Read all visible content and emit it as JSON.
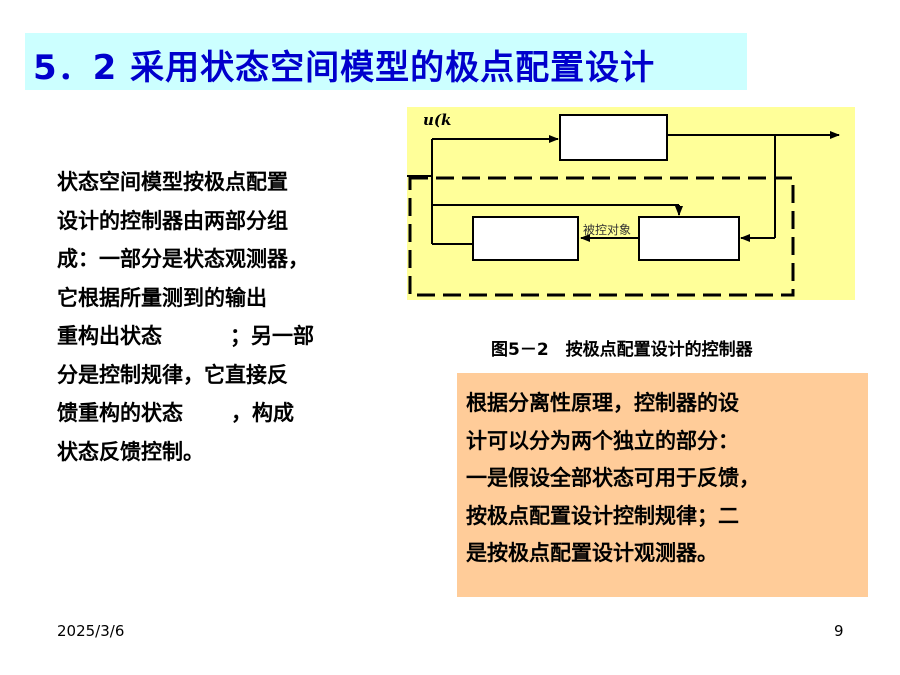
{
  "slide": {
    "title": "5．2 采用状态空间模型的极点配置设计",
    "left_paragraph": [
      "状态空间模型按极点配置",
      "设计的控制器由两部分组",
      "成：一部分是状态观测器，",
      "它根据所量测到的输出",
      [
        "重构出状态",
        "；另一部"
      ],
      "分是控制规律，它直接反",
      [
        "馈重构的状态",
        "，构成"
      ],
      "状态反馈控制。"
    ],
    "figure": {
      "input_label": "u(k",
      "plant_label": "被控对象",
      "caption": "图5－2　按极点配置设计的控制器"
    },
    "note": [
      "根据分离性原理，控制器的设",
      "计可以分为两个独立的部分：",
      "一是假设全部状态可用于反馈，",
      "按极点配置设计控制规律；二",
      "是按极点配置设计观测器。"
    ],
    "footer": {
      "date": "2025/3/6",
      "page": "9"
    },
    "colors": {
      "title_text": "#0000cc",
      "title_bg": "#ccffff",
      "diagram_bg": "#ffff99",
      "note_bg": "#ffcc99"
    }
  }
}
